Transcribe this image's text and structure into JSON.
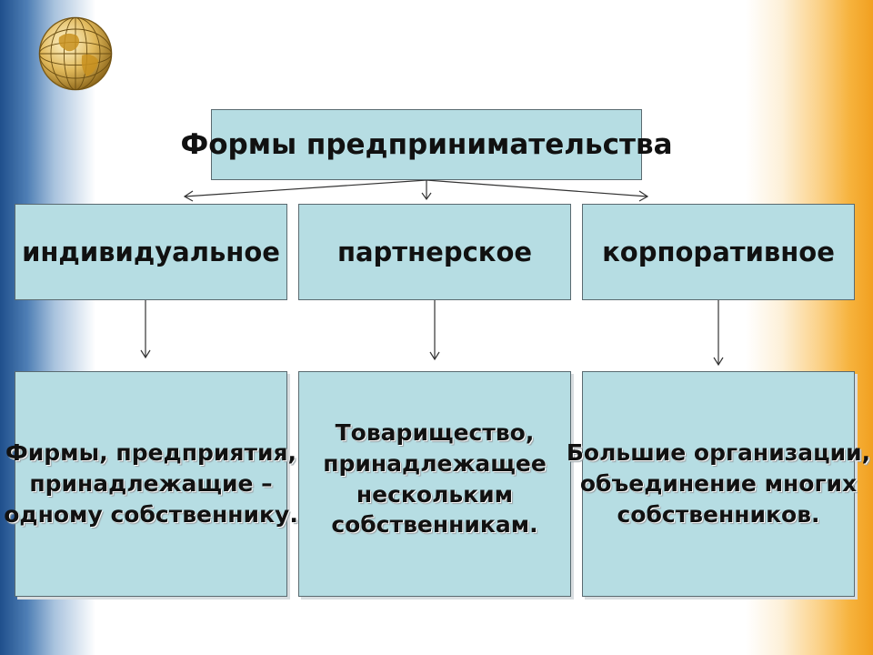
{
  "title": "Формы предпринимательства",
  "forms": [
    {
      "label": "индивидуальное",
      "description_lines": [
        "Фирмы, предприятия,",
        "принадлежащие –",
        "одному собственнику."
      ]
    },
    {
      "label": "партнерское",
      "description_lines": [
        "Товарищество,",
        "принадлежащее",
        "нескольким",
        "собственникам."
      ]
    },
    {
      "label": "корпоративное",
      "description_lines": [
        "Большие организации,",
        "объединение многих",
        "собственников."
      ]
    }
  ],
  "colors": {
    "box_fill": "#b6dde3",
    "box_border": "#5a6a70",
    "left_gradient": "#1f4f8c",
    "right_gradient": "#f1a020"
  },
  "icons": [
    "globe-icon"
  ]
}
